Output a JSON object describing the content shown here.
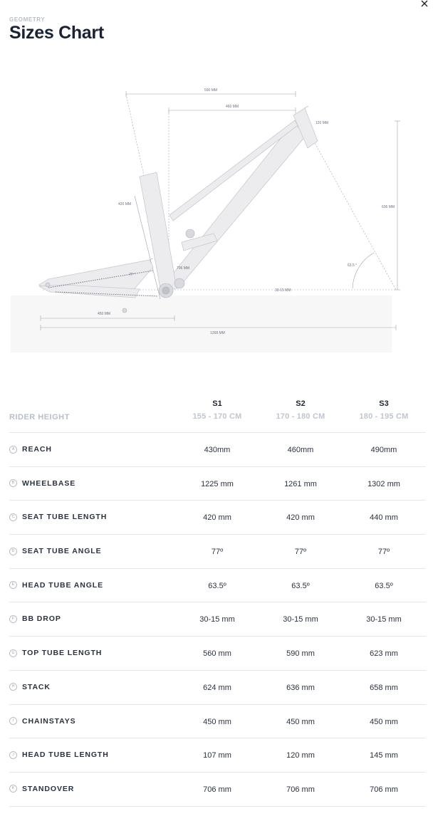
{
  "header": {
    "eyebrow": "GEOMETRY",
    "title": "Sizes Chart"
  },
  "diagram": {
    "labels": {
      "top_tube": "590 MM",
      "reach": "460 MM",
      "head_tube": "120 MM",
      "stack": "636 MM",
      "seat_tube": "420 MM",
      "seat_angle": "77 °",
      "standover": "706 MM",
      "head_angle": "63.5 °",
      "bb_drop": "30-15 MM",
      "chainstay": "450 MM",
      "wheelbase": "1268 MM"
    }
  },
  "table": {
    "rider_height_label": "RIDER HEIGHT",
    "sizes": [
      {
        "name": "S1",
        "range": "155 - 170 CM"
      },
      {
        "name": "S2",
        "range": "170 - 180 CM"
      },
      {
        "name": "S3",
        "range": "180 - 195 CM"
      }
    ],
    "rows": [
      {
        "letter": "A",
        "label": "REACH",
        "values": [
          "430mm",
          "460mm",
          "490mm"
        ]
      },
      {
        "letter": "B",
        "label": "WHEELBASE",
        "values": [
          "1225 mm",
          "1261 mm",
          "1302 mm"
        ]
      },
      {
        "letter": "C",
        "label": "SEAT TUBE LENGTH",
        "values": [
          "420 mm",
          "420 mm",
          "440 mm"
        ]
      },
      {
        "letter": "D",
        "label": "SEAT TUBE ANGLE",
        "values": [
          "77º",
          "77º",
          "77º"
        ]
      },
      {
        "letter": "E",
        "label": "HEAD TUBE ANGLE",
        "values": [
          "63.5º",
          "63.5º",
          "63.5º"
        ]
      },
      {
        "letter": "F",
        "label": "BB DROP",
        "values": [
          "30-15 mm",
          "30-15 mm",
          "30-15 mm"
        ]
      },
      {
        "letter": "G",
        "label": "TOP TUBE LENGTH",
        "values": [
          "560 mm",
          "590 mm",
          "623 mm"
        ]
      },
      {
        "letter": "H",
        "label": "STACK",
        "values": [
          "624 mm",
          "636 mm",
          "658 mm"
        ]
      },
      {
        "letter": "I",
        "label": "CHAINSTAYS",
        "values": [
          "450 mm",
          "450 mm",
          "450 mm"
        ]
      },
      {
        "letter": "J",
        "label": "HEAD TUBE LENGTH",
        "values": [
          "107 mm",
          "120 mm",
          "145 mm"
        ]
      },
      {
        "letter": "K",
        "label": "STANDOVER",
        "values": [
          "706 mm",
          "706 mm",
          "706 mm"
        ]
      }
    ]
  }
}
